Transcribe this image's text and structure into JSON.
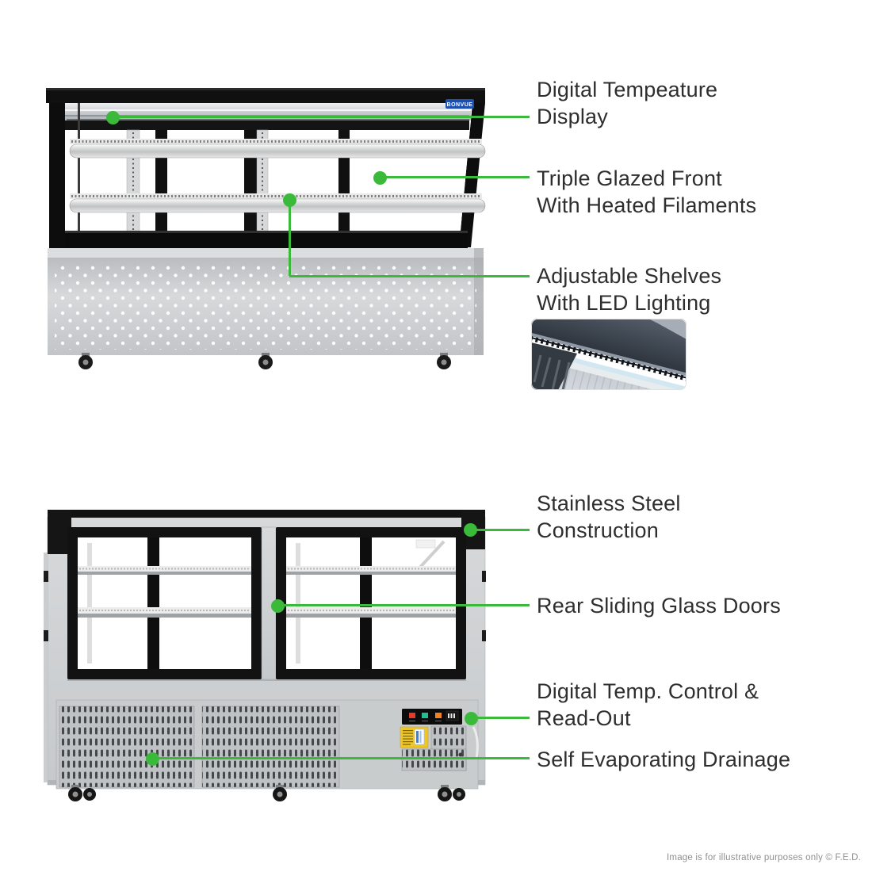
{
  "page": {
    "background": "#ffffff",
    "accent_green": "#3bb93b",
    "label_color": "#2e2e2e",
    "footer_note": "Image is for illustrative purposes only  © F.E.D."
  },
  "front_view": {
    "alt": "Refrigerated cake display cabinet, front view",
    "brand_badge": "BONVUE",
    "callouts": [
      {
        "id": "digital-temperature-display",
        "label": "Digital Tempeature\nDisplay"
      },
      {
        "id": "triple-glazed-front",
        "label": "Triple Glazed Front\nWith Heated Filaments"
      },
      {
        "id": "adjustable-shelves",
        "label": "Adjustable Shelves\nWith LED Lighting"
      }
    ]
  },
  "rear_view": {
    "alt": "Refrigerated cake display cabinet, rear view",
    "callouts": [
      {
        "id": "stainless-steel-construction",
        "label": "Stainless Steel\nConstruction"
      },
      {
        "id": "rear-sliding-glass-doors",
        "label": "Rear Sliding Glass Doors"
      },
      {
        "id": "digital-temp-control",
        "label": "Digital Temp. Control &\nRead-Out"
      },
      {
        "id": "self-evaporating-drainage",
        "label": "Self Evaporating Drainage"
      }
    ]
  }
}
